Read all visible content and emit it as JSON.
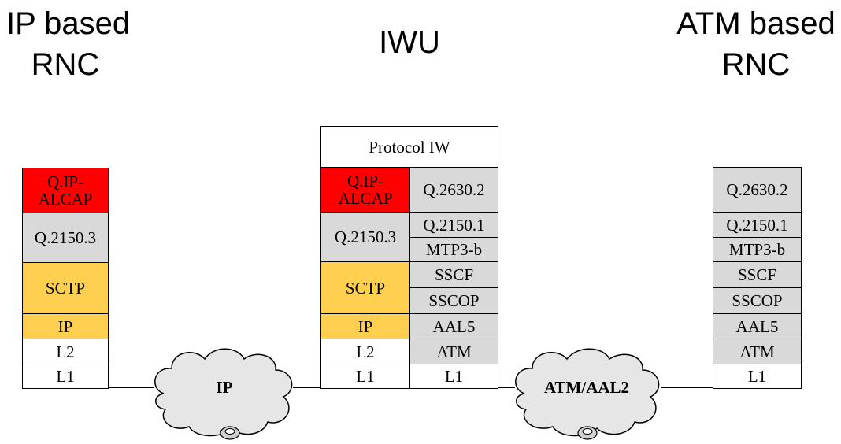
{
  "titles": {
    "left_line1": "IP based",
    "left_line2": "RNC",
    "center": "IWU",
    "right_line1": "ATM based",
    "right_line2": "RNC"
  },
  "colors": {
    "red": "#ff0000",
    "orange": "#ffd050",
    "gray": "#d9d9d9",
    "white": "#ffffff",
    "cloud_fill": "#e6e6e6"
  },
  "left_stack": {
    "q_ip_alcap": "Q.IP-ALCAP",
    "q2150_3": "Q.2150.3",
    "sctp": "SCTP",
    "ip": "IP",
    "l2": "L2",
    "l1": "L1"
  },
  "iwu_stack": {
    "protocol_iw": "Protocol IW",
    "q_ip_alcap": "Q.IP-ALCAP",
    "q2630_2": "Q.2630.2",
    "q2150_3": "Q.2150.3",
    "q2150_1": "Q.2150.1",
    "mtp3b": "MTP3-b",
    "sctp": "SCTP",
    "sscf": "SSCF",
    "sscop": "SSCOP",
    "ip": "IP",
    "aal5": "AAL5",
    "l2": "L2",
    "atm": "ATM",
    "l1_left": "L1",
    "l1_right": "L1"
  },
  "right_stack": {
    "q2630_2": "Q.2630.2",
    "q2150_1": "Q.2150.1",
    "mtp3b": "MTP3-b",
    "sscf": "SSCF",
    "sscop": "SSCOP",
    "aal5": "AAL5",
    "atm": "ATM",
    "l1": "L1"
  },
  "clouds": {
    "ip": "IP",
    "atm": "ATM/AAL2"
  }
}
